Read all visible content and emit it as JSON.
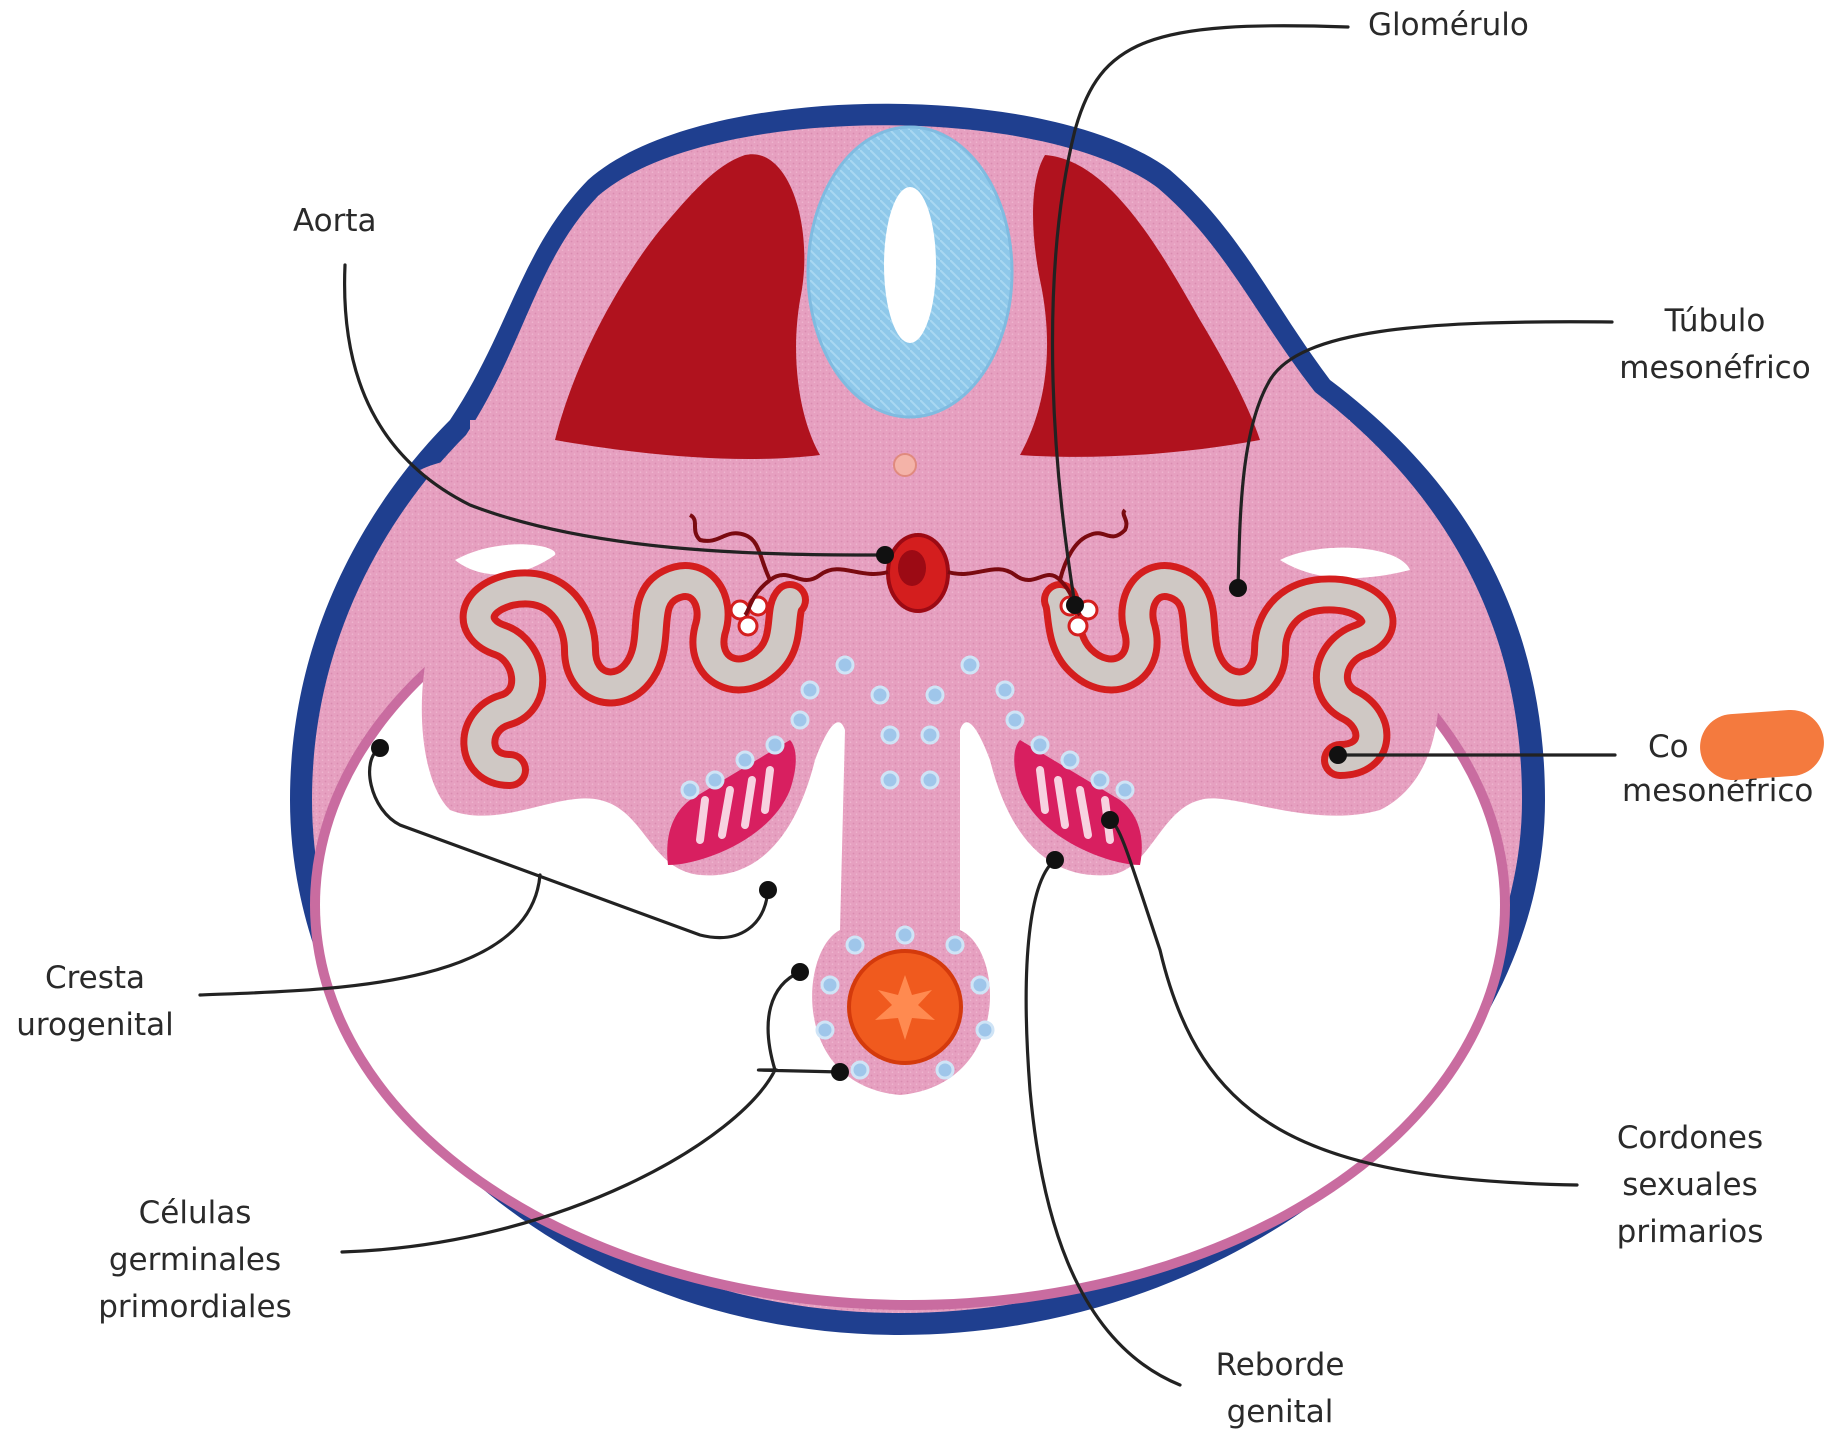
{
  "labels": {
    "glomerulo": [
      "Glomérulo"
    ],
    "aorta": [
      "Aorta"
    ],
    "tubulo": [
      "Túbulo",
      "mesonéfrico"
    ],
    "conducto": [
      "Co",
      "mesonéfrico"
    ],
    "cresta": [
      "Cresta",
      "urogenital"
    ],
    "celulas": [
      "Células",
      "germinales",
      "primordiales"
    ],
    "cordones": [
      "Cordones",
      "sexuales",
      "primarios"
    ],
    "reborde": [
      "Reborde",
      "genital"
    ]
  },
  "colors": {
    "outer_wall": "#1f3f8f",
    "tissue": "#e6a0c0",
    "inner_band": "#c96ca0",
    "dermomyotome": "#b0121e",
    "neural_tube": "#8ec8ea",
    "tubule_outline": "#d41e1e",
    "tubule_fill": "#cfc8c4",
    "genital_ridge": "#d81f60",
    "germ_cell": "#9fc6ea",
    "gut_core": "#f05a1e",
    "redaction": "#f47a3e"
  }
}
